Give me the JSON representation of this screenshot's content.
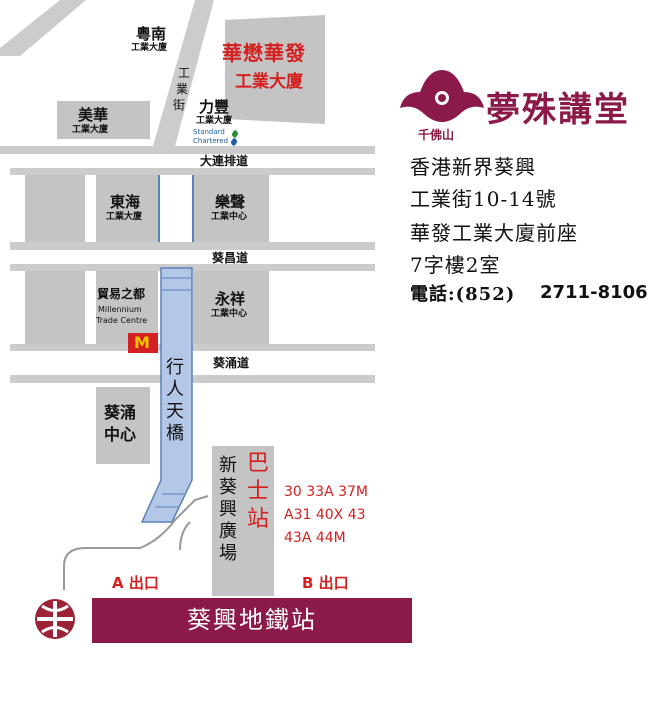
{
  "colors": {
    "road_gray": "#cccccc",
    "block_gray": "#c4c4c4",
    "bridge_blue": "#b4c7e7",
    "bridge_border": "#5a80b8",
    "maroon": "#8b1a4a",
    "red": "#d42020",
    "mtr_red": "#9b2335"
  },
  "logo": {
    "title": "夢殊講堂",
    "subtitle": "千佛山"
  },
  "address": {
    "line1": "香港新界葵興",
    "line2": "工業街10-14號",
    "line3": "華發工業大廈前座",
    "line4": "7字樓2室",
    "phone_label": "電話:(852)",
    "phone_number": "2711-8106"
  },
  "roads": {
    "industrial_st_1": "工",
    "industrial_st_2": "業",
    "industrial_st_3": "街",
    "tai_lin_pai": "大連排道",
    "kwai_cheong": "葵昌道",
    "kwai_chung": "葵涌道"
  },
  "buildings": {
    "yuet_nam": "粵南",
    "yuet_nam_sub": "工業大廈",
    "wah_fat_1": "華懋華發",
    "wah_fat_2": "工業大廈",
    "mei_wah": "美華",
    "mei_wah_sub": "工業大廈",
    "lik_fung": "力豐",
    "lik_fung_sub": "工業大廈",
    "standard_1": "Standard",
    "standard_2": "Chartered",
    "tung_hoi": "東海",
    "tung_hoi_sub": "工業大廈",
    "lok_shing": "樂聲",
    "lok_shing_sub": "工業中心",
    "millennium_zh": "貿易之都",
    "millennium_en1": "Millennium",
    "millennium_en2": "Trade Centre",
    "wing_cheung": "永祥",
    "wing_cheung_sub": "工業中心",
    "kwai_chung_centre_1": "葵涌",
    "kwai_chung_centre_2": "中心",
    "footbridge_1": "行",
    "footbridge_2": "人",
    "footbridge_3": "天",
    "footbridge_4": "橋",
    "plaza_1": "新",
    "plaza_2": "葵",
    "plaza_3": "興",
    "plaza_4": "廣",
    "plaza_5": "場",
    "mcdonalds": "M"
  },
  "bus": {
    "title_1": "巴",
    "title_2": "士",
    "title_3": "站",
    "routes_1": "30  33A  37M",
    "routes_2": "A31  40X  43",
    "routes_3": "43A  44M"
  },
  "station": {
    "exit_a": "A 出口",
    "exit_b": "B 出口",
    "name": "葵興地鐵站"
  }
}
